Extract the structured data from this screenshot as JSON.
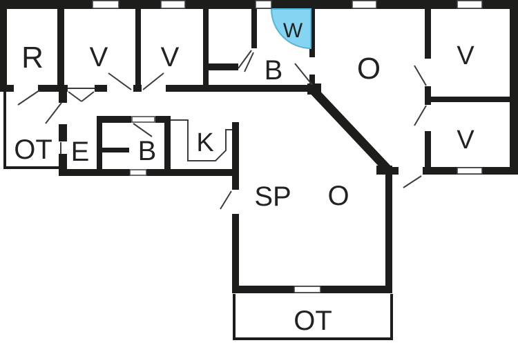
{
  "figure": {
    "type": "floor-plan",
    "description": "Holiday-home floor plan with black walls, door swings, windows and a blue quarter-circle marked W in the bathroom"
  },
  "colors": {
    "wall": "#1d1d1b",
    "background": "#ffffff",
    "room_fill": "#fdfdfc",
    "accent_fill": "#84d4f2",
    "accent_stroke": "#4fb6dc",
    "label": "#222222",
    "thin_line": "#3c3c3c"
  },
  "rooms": [
    {
      "name": "room-r",
      "label": "R"
    },
    {
      "name": "bedroom-v-1",
      "label": "V"
    },
    {
      "name": "bedroom-v-2",
      "label": "V"
    },
    {
      "name": "bathroom-b-top",
      "label": "B"
    },
    {
      "name": "shower-w",
      "label": "W"
    },
    {
      "name": "livingroom-o-top",
      "label": "O"
    },
    {
      "name": "bedroom-v-right-1",
      "label": "V"
    },
    {
      "name": "bedroom-v-right-2",
      "label": "V"
    },
    {
      "name": "terrace-ot-left",
      "label": "OT"
    },
    {
      "name": "entry-e",
      "label": "E"
    },
    {
      "name": "bathroom-b-inner",
      "label": "B"
    },
    {
      "name": "kitchen-k",
      "label": "K"
    },
    {
      "name": "dining-sp",
      "label": "SP"
    },
    {
      "name": "living-o-main",
      "label": "O"
    },
    {
      "name": "terrace-ot-bottom",
      "label": "OT"
    }
  ]
}
